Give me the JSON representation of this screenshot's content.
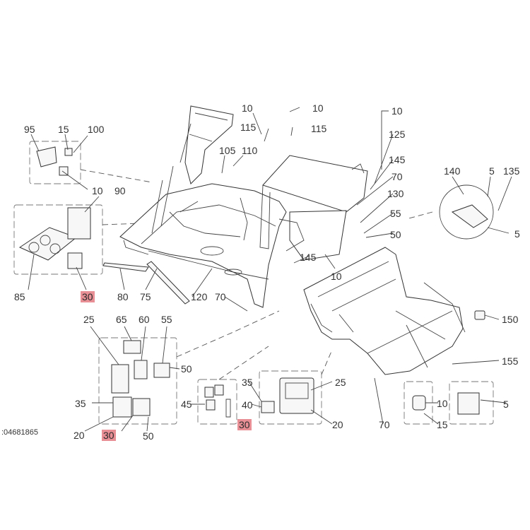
{
  "diagram": {
    "document_id": ":04681865",
    "highlight_color": "#e88f96",
    "callouts": [
      {
        "key": "c95",
        "text": "95"
      },
      {
        "key": "c15a",
        "text": "15"
      },
      {
        "key": "c100",
        "text": "100"
      },
      {
        "key": "c10a",
        "text": "10"
      },
      {
        "key": "c90",
        "text": "90"
      },
      {
        "key": "c85",
        "text": "85"
      },
      {
        "key": "c30a",
        "text": "30",
        "highlight": true
      },
      {
        "key": "c80",
        "text": "80"
      },
      {
        "key": "c75",
        "text": "75"
      },
      {
        "key": "c120",
        "text": "120"
      },
      {
        "key": "c70a",
        "text": "70"
      },
      {
        "key": "c105",
        "text": "105"
      },
      {
        "key": "c110",
        "text": "110"
      },
      {
        "key": "c10b",
        "text": "10"
      },
      {
        "key": "c115a",
        "text": "115"
      },
      {
        "key": "c10c",
        "text": "10"
      },
      {
        "key": "c115b",
        "text": "115"
      },
      {
        "key": "c10d",
        "text": "10"
      },
      {
        "key": "c125",
        "text": "125"
      },
      {
        "key": "c145a",
        "text": "145"
      },
      {
        "key": "c70b",
        "text": "70"
      },
      {
        "key": "c130",
        "text": "130"
      },
      {
        "key": "c55a",
        "text": "55"
      },
      {
        "key": "c50a",
        "text": "50"
      },
      {
        "key": "c145b",
        "text": "145"
      },
      {
        "key": "c10e",
        "text": "10"
      },
      {
        "key": "c140",
        "text": "140"
      },
      {
        "key": "c5a",
        "text": "5"
      },
      {
        "key": "c135",
        "text": "135"
      },
      {
        "key": "c5b",
        "text": "5"
      },
      {
        "key": "c150",
        "text": "150"
      },
      {
        "key": "c155",
        "text": "155"
      },
      {
        "key": "c25a",
        "text": "25"
      },
      {
        "key": "c65",
        "text": "65"
      },
      {
        "key": "c60",
        "text": "60"
      },
      {
        "key": "c55b",
        "text": "55"
      },
      {
        "key": "c50b",
        "text": "50"
      },
      {
        "key": "c35a",
        "text": "35"
      },
      {
        "key": "c20a",
        "text": "20"
      },
      {
        "key": "c30b",
        "text": "30",
        "highlight": true
      },
      {
        "key": "c50c",
        "text": "50"
      },
      {
        "key": "c45",
        "text": "45"
      },
      {
        "key": "c35b",
        "text": "35"
      },
      {
        "key": "c40",
        "text": "40"
      },
      {
        "key": "c30c",
        "text": "30",
        "highlight": true
      },
      {
        "key": "c25b",
        "text": "25"
      },
      {
        "key": "c20b",
        "text": "20"
      },
      {
        "key": "c70c",
        "text": "70"
      },
      {
        "key": "c10f",
        "text": "10"
      },
      {
        "key": "c15b",
        "text": "15"
      },
      {
        "key": "c5c",
        "text": "5"
      }
    ]
  }
}
